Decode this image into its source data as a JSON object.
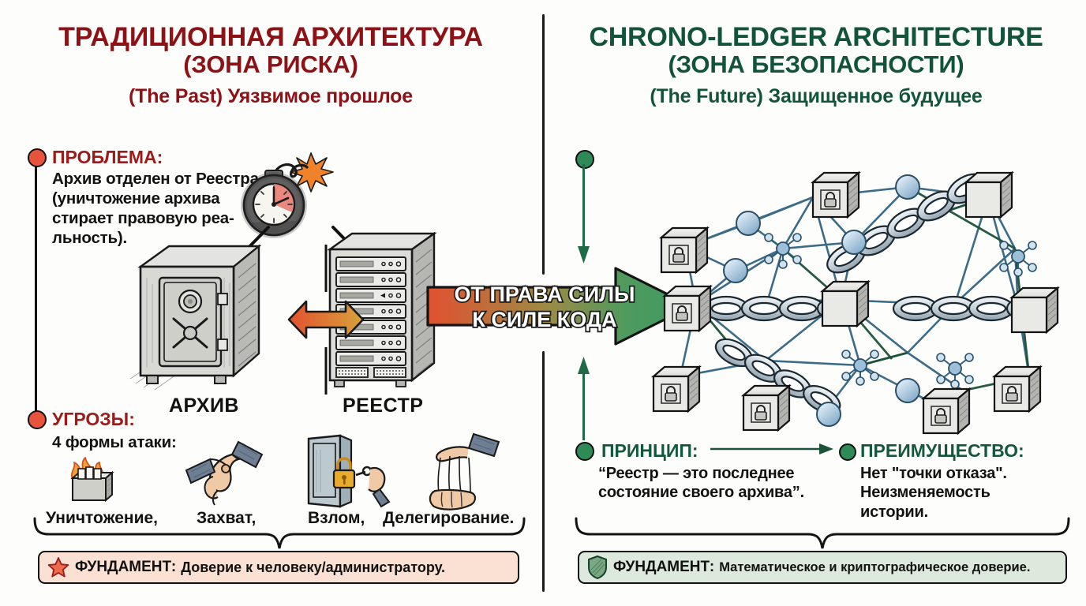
{
  "left_panel": {
    "title_main": "ТРАДИЦИОННАЯ АРХИТЕКТУРА",
    "title_sub": "(ЗОНА РИСКА)",
    "title_en": "(The Past) Уязвимое прошлое",
    "accent_color": "#8e1116",
    "dot_color": "#e8533c",
    "problem": {
      "heading": "ПРОБЛЕМА:",
      "lines": [
        "Архив отделен от Реестра",
        "(уничтожение архива",
        "стирает правовую реа-",
        "льность)."
      ]
    },
    "threats": {
      "heading": "УГРОЗЫ:",
      "subtitle": "4 формы атаки:",
      "items": [
        {
          "label": "Уничтожение,",
          "icon": "burning-box-icon"
        },
        {
          "label": "Захват,",
          "icon": "grabbing-hand-icon"
        },
        {
          "label": "Взлом,",
          "icon": "door-padlock-key-icon"
        },
        {
          "label": "Делегирование.",
          "icon": "puppet-strings-icon"
        }
      ]
    },
    "devices": [
      {
        "label": "АРХИВ",
        "icon": "safe-icon"
      },
      {
        "label": "РЕЕСТР",
        "icon": "server-rack-icon"
      }
    ],
    "hazard_icon": "time-bomb-clock-icon",
    "foundation": {
      "icon": "star-icon",
      "key": "ФУНДАМЕНТ:",
      "value": "Доверие к человеку/администратору.",
      "bg_color": "#fbe1d4"
    }
  },
  "right_panel": {
    "title_main": "CHRONO-LEDGER ARCHITECTURE",
    "title_sub": "(ЗОНА БЕЗОПАСНОСТИ)",
    "title_en": "(The Future) Защищенное будущее",
    "accent_color": "#12543a",
    "dot_color": "#2e8b57",
    "principle": {
      "heading": "ПРИНЦИП:",
      "lines": [
        "“Реестр — это последнее",
        "состояние своего архива”."
      ]
    },
    "advantage": {
      "heading": "ПРЕИМУЩЕСТВО:",
      "lines": [
        "Нет \"точки отказа\".",
        "Неизменяемость",
        "истории."
      ]
    },
    "network_icon": "blockchain-network-icon",
    "foundation": {
      "icon": "shield-icon",
      "key": "ФУНДАМЕНТ:",
      "value": "Математическое и криптографическое доверие.",
      "bg_color": "#dce9dc"
    }
  },
  "center_arrow": {
    "line1": "ОТ ПРАВА СИЛЫ",
    "line2": "К СИЛЕ КОДА",
    "gradient_from": "#e2512f",
    "gradient_to": "#3f9b63"
  }
}
